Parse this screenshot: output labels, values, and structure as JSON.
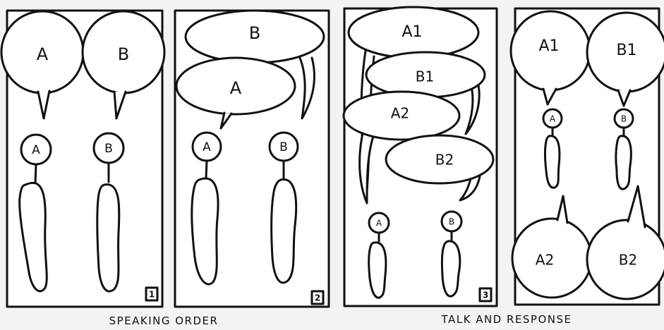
{
  "panels": [
    {
      "number": "1",
      "balloons": [
        "A",
        "B"
      ],
      "speakers": [
        "A",
        "B"
      ]
    },
    {
      "number": "2",
      "balloons": [
        "B",
        "A"
      ],
      "speakers": [
        "A",
        "B"
      ]
    },
    {
      "number": "3",
      "balloons": [
        "A1",
        "B1",
        "A2",
        "B2"
      ],
      "speakers": [
        "A",
        "B"
      ]
    },
    {
      "number": "",
      "balloons": [
        "A1",
        "B1",
        "A2",
        "B2"
      ],
      "speakers": [
        "A",
        "B"
      ]
    }
  ],
  "captions": {
    "left": "SPEAKING ORDER",
    "right": "TALK AND RESPONSE"
  },
  "colors": {
    "ink": "#111111",
    "paper": "#f4f3f1",
    "fill": "#ffffff"
  }
}
